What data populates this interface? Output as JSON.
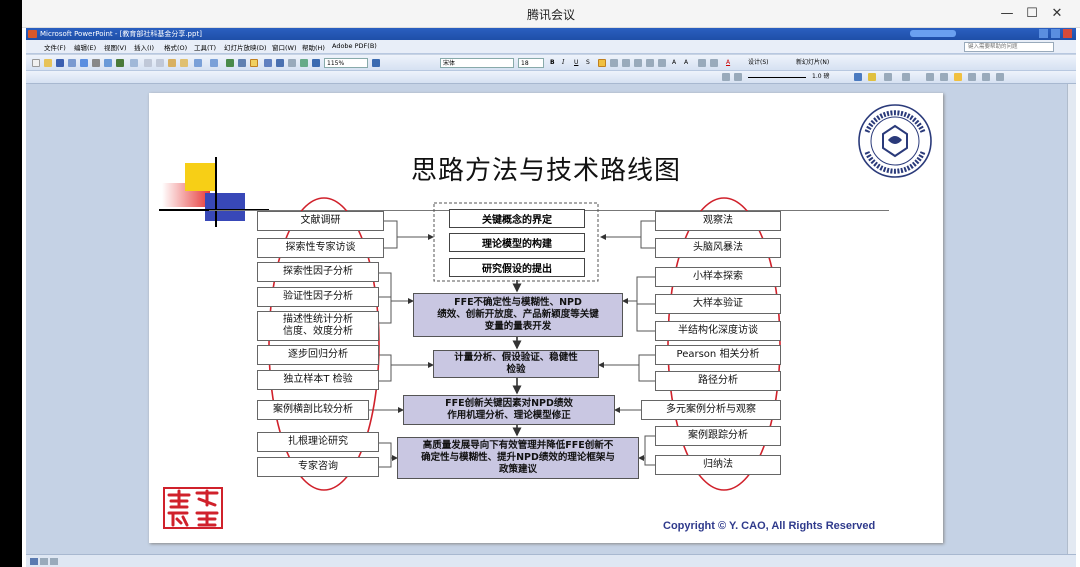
{
  "meeting": {
    "title": "腾讯会议"
  },
  "ppt": {
    "title": "Microsoft PowerPoint - [教育部社科基金分享.ppt]",
    "menu": [
      "文件(F)",
      "编辑(E)",
      "视图(V)",
      "插入(I)",
      "格式(O)",
      "工具(T)",
      "幻灯片放映(D)",
      "窗口(W)",
      "帮助(H)",
      "Adobe PDF(B)"
    ],
    "help_placeholder": "键入需要帮助的问题",
    "zoom": "115%",
    "font": "宋体",
    "font_size": "18",
    "design_label": "设计(S)",
    "new_slide_label": "新幻灯片(N)",
    "line_weight": "1.0 磅"
  },
  "slide": {
    "title": "思路方法与技术路线图",
    "left_methods": [
      "文献调研",
      "探索性专家访谈",
      "探索性因子分析",
      "验证性因子分析",
      "描述性统计分析\n信度、效度分析",
      "逐步回归分析",
      "独立样本T 检验",
      "案例横剖比较分析",
      "扎根理论研究",
      "专家咨询"
    ],
    "center_top": [
      "关键概念的界定",
      "理论模型的构建",
      "研究假设的提出"
    ],
    "center_steps": [
      "FFE不确定性与模糊性、NPD\n绩效、创新开放度、产品新颖度等关键\n变量的量表开发",
      "计量分析、假设验证、稳健性\n检验",
      "FFE创新关键因素对NPD绩效\n作用机理分析、理论模型修正",
      "高质量发展导向下有效管理并降低FFE创新不\n确定性与模糊性、提升NPD绩效的理论框架与\n政策建议"
    ],
    "right_methods": [
      "观察法",
      "头脑风暴法",
      "小样本探索",
      "大样本验证",
      "半结构化深度访谈",
      "Pearson 相关分析",
      "路径分析",
      "多元案例分析与观察",
      "案例跟踪分析",
      "归纳法"
    ],
    "copyright": "Copyright © Y. CAO, All Rights Reserved",
    "colors": {
      "center_fill": "#c9c7e2",
      "ellipse": "#d0212b",
      "copyright": "#2f3a8c"
    }
  }
}
